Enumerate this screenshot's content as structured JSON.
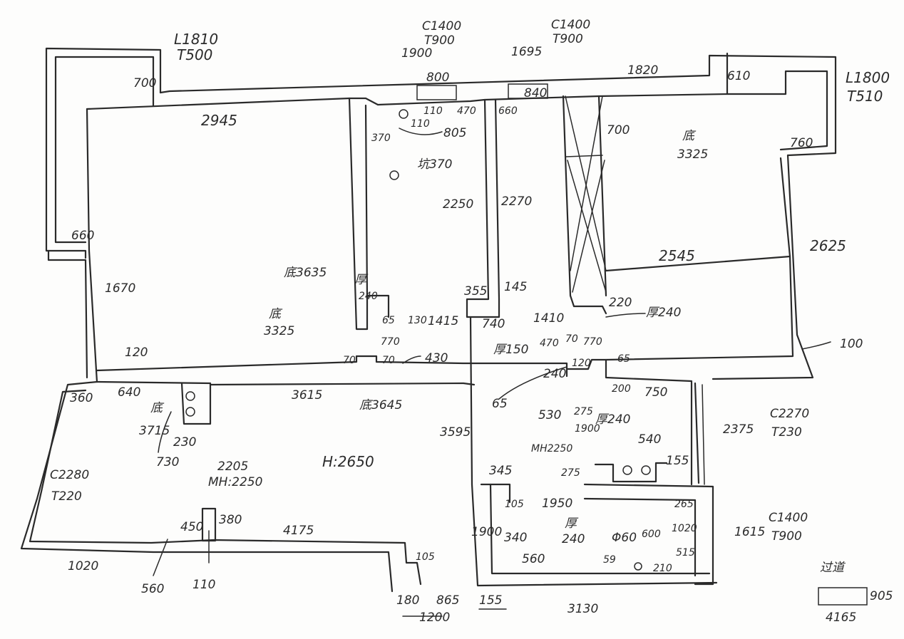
{
  "labels": [
    {
      "text": "L1810",
      "size": "big"
    },
    {
      "text": "T500",
      "size": "big"
    },
    {
      "text": "700"
    },
    {
      "text": "2945",
      "size": "big"
    },
    {
      "text": "660"
    },
    {
      "text": "1670"
    },
    {
      "text": "120"
    },
    {
      "text": "C1400"
    },
    {
      "text": "T900"
    },
    {
      "text": "1900"
    },
    {
      "text": "C1400"
    },
    {
      "text": "T900"
    },
    {
      "text": "1695"
    },
    {
      "text": "800"
    },
    {
      "text": "840"
    },
    {
      "text": "1820"
    },
    {
      "text": "610"
    },
    {
      "text": "L1800",
      "size": "big"
    },
    {
      "text": "T510",
      "size": "big"
    },
    {
      "text": "760"
    },
    {
      "text": "110",
      "size": "sm"
    },
    {
      "text": "470",
      "size": "sm"
    },
    {
      "text": "110",
      "size": "sm"
    },
    {
      "text": "805"
    },
    {
      "text": "370",
      "size": "sm"
    },
    {
      "text": "坑370"
    },
    {
      "text": "660",
      "size": "sm"
    },
    {
      "text": "700"
    },
    {
      "text": "底"
    },
    {
      "text": "3325"
    },
    {
      "text": "2250"
    },
    {
      "text": "2270"
    },
    {
      "text": "2545",
      "size": "big"
    },
    {
      "text": "2625",
      "size": "big"
    },
    {
      "text": "底3635"
    },
    {
      "text": "厚"
    },
    {
      "text": "240",
      "size": "sm"
    },
    {
      "text": "底"
    },
    {
      "text": "3325"
    },
    {
      "text": "65",
      "size": "sm"
    },
    {
      "text": "130",
      "size": "sm"
    },
    {
      "text": "1415"
    },
    {
      "text": "770",
      "size": "sm"
    },
    {
      "text": "355"
    },
    {
      "text": "145"
    },
    {
      "text": "740"
    },
    {
      "text": "1410"
    },
    {
      "text": "220"
    },
    {
      "text": "厚240"
    },
    {
      "text": "470",
      "size": "sm"
    },
    {
      "text": "70",
      "size": "sm"
    },
    {
      "text": "770",
      "size": "sm"
    },
    {
      "text": "厚150"
    },
    {
      "text": "100"
    },
    {
      "text": "70",
      "size": "sm"
    },
    {
      "text": "70",
      "size": "sm"
    },
    {
      "text": "430"
    },
    {
      "text": "120",
      "size": "sm"
    },
    {
      "text": "65",
      "size": "sm"
    },
    {
      "text": "240"
    },
    {
      "text": "200",
      "size": "sm"
    },
    {
      "text": "750"
    },
    {
      "text": "360"
    },
    {
      "text": "640"
    },
    {
      "text": "底"
    },
    {
      "text": "3615"
    },
    {
      "text": "底3645"
    },
    {
      "text": "3715"
    },
    {
      "text": "230"
    },
    {
      "text": "730"
    },
    {
      "text": "65"
    },
    {
      "text": "530"
    },
    {
      "text": "275",
      "size": "sm"
    },
    {
      "text": "厚240"
    },
    {
      "text": "1900",
      "size": "sm"
    },
    {
      "text": "2375"
    },
    {
      "text": "C2270"
    },
    {
      "text": "T230"
    },
    {
      "text": "3595"
    },
    {
      "text": "MH2250",
      "size": "sm"
    },
    {
      "text": "540"
    },
    {
      "text": "155"
    },
    {
      "text": "2205"
    },
    {
      "text": "MH:2250"
    },
    {
      "text": "H:2650",
      "size": "big"
    },
    {
      "text": "C2280"
    },
    {
      "text": "T220"
    },
    {
      "text": "345"
    },
    {
      "text": "275",
      "size": "sm"
    },
    {
      "text": "105",
      "size": "sm"
    },
    {
      "text": "1950"
    },
    {
      "text": "265",
      "size": "sm"
    },
    {
      "text": "C1400"
    },
    {
      "text": "T900"
    },
    {
      "text": "450"
    },
    {
      "text": "380"
    },
    {
      "text": "4175"
    },
    {
      "text": "1900"
    },
    {
      "text": "340"
    },
    {
      "text": "厚"
    },
    {
      "text": "240"
    },
    {
      "text": "Φ60"
    },
    {
      "text": "600",
      "size": "sm"
    },
    {
      "text": "1020",
      "size": "sm"
    },
    {
      "text": "1615"
    },
    {
      "text": "560"
    },
    {
      "text": "59",
      "size": "sm"
    },
    {
      "text": "515",
      "size": "sm"
    },
    {
      "text": "210",
      "size": "sm"
    },
    {
      "text": "105",
      "size": "sm"
    },
    {
      "text": "1020"
    },
    {
      "text": "560"
    },
    {
      "text": "110"
    },
    {
      "text": "180"
    },
    {
      "text": "865"
    },
    {
      "text": "1200"
    },
    {
      "text": "155"
    },
    {
      "text": "3130"
    },
    {
      "text": "过道"
    },
    {
      "text": "905"
    },
    {
      "text": "4165"
    }
  ]
}
